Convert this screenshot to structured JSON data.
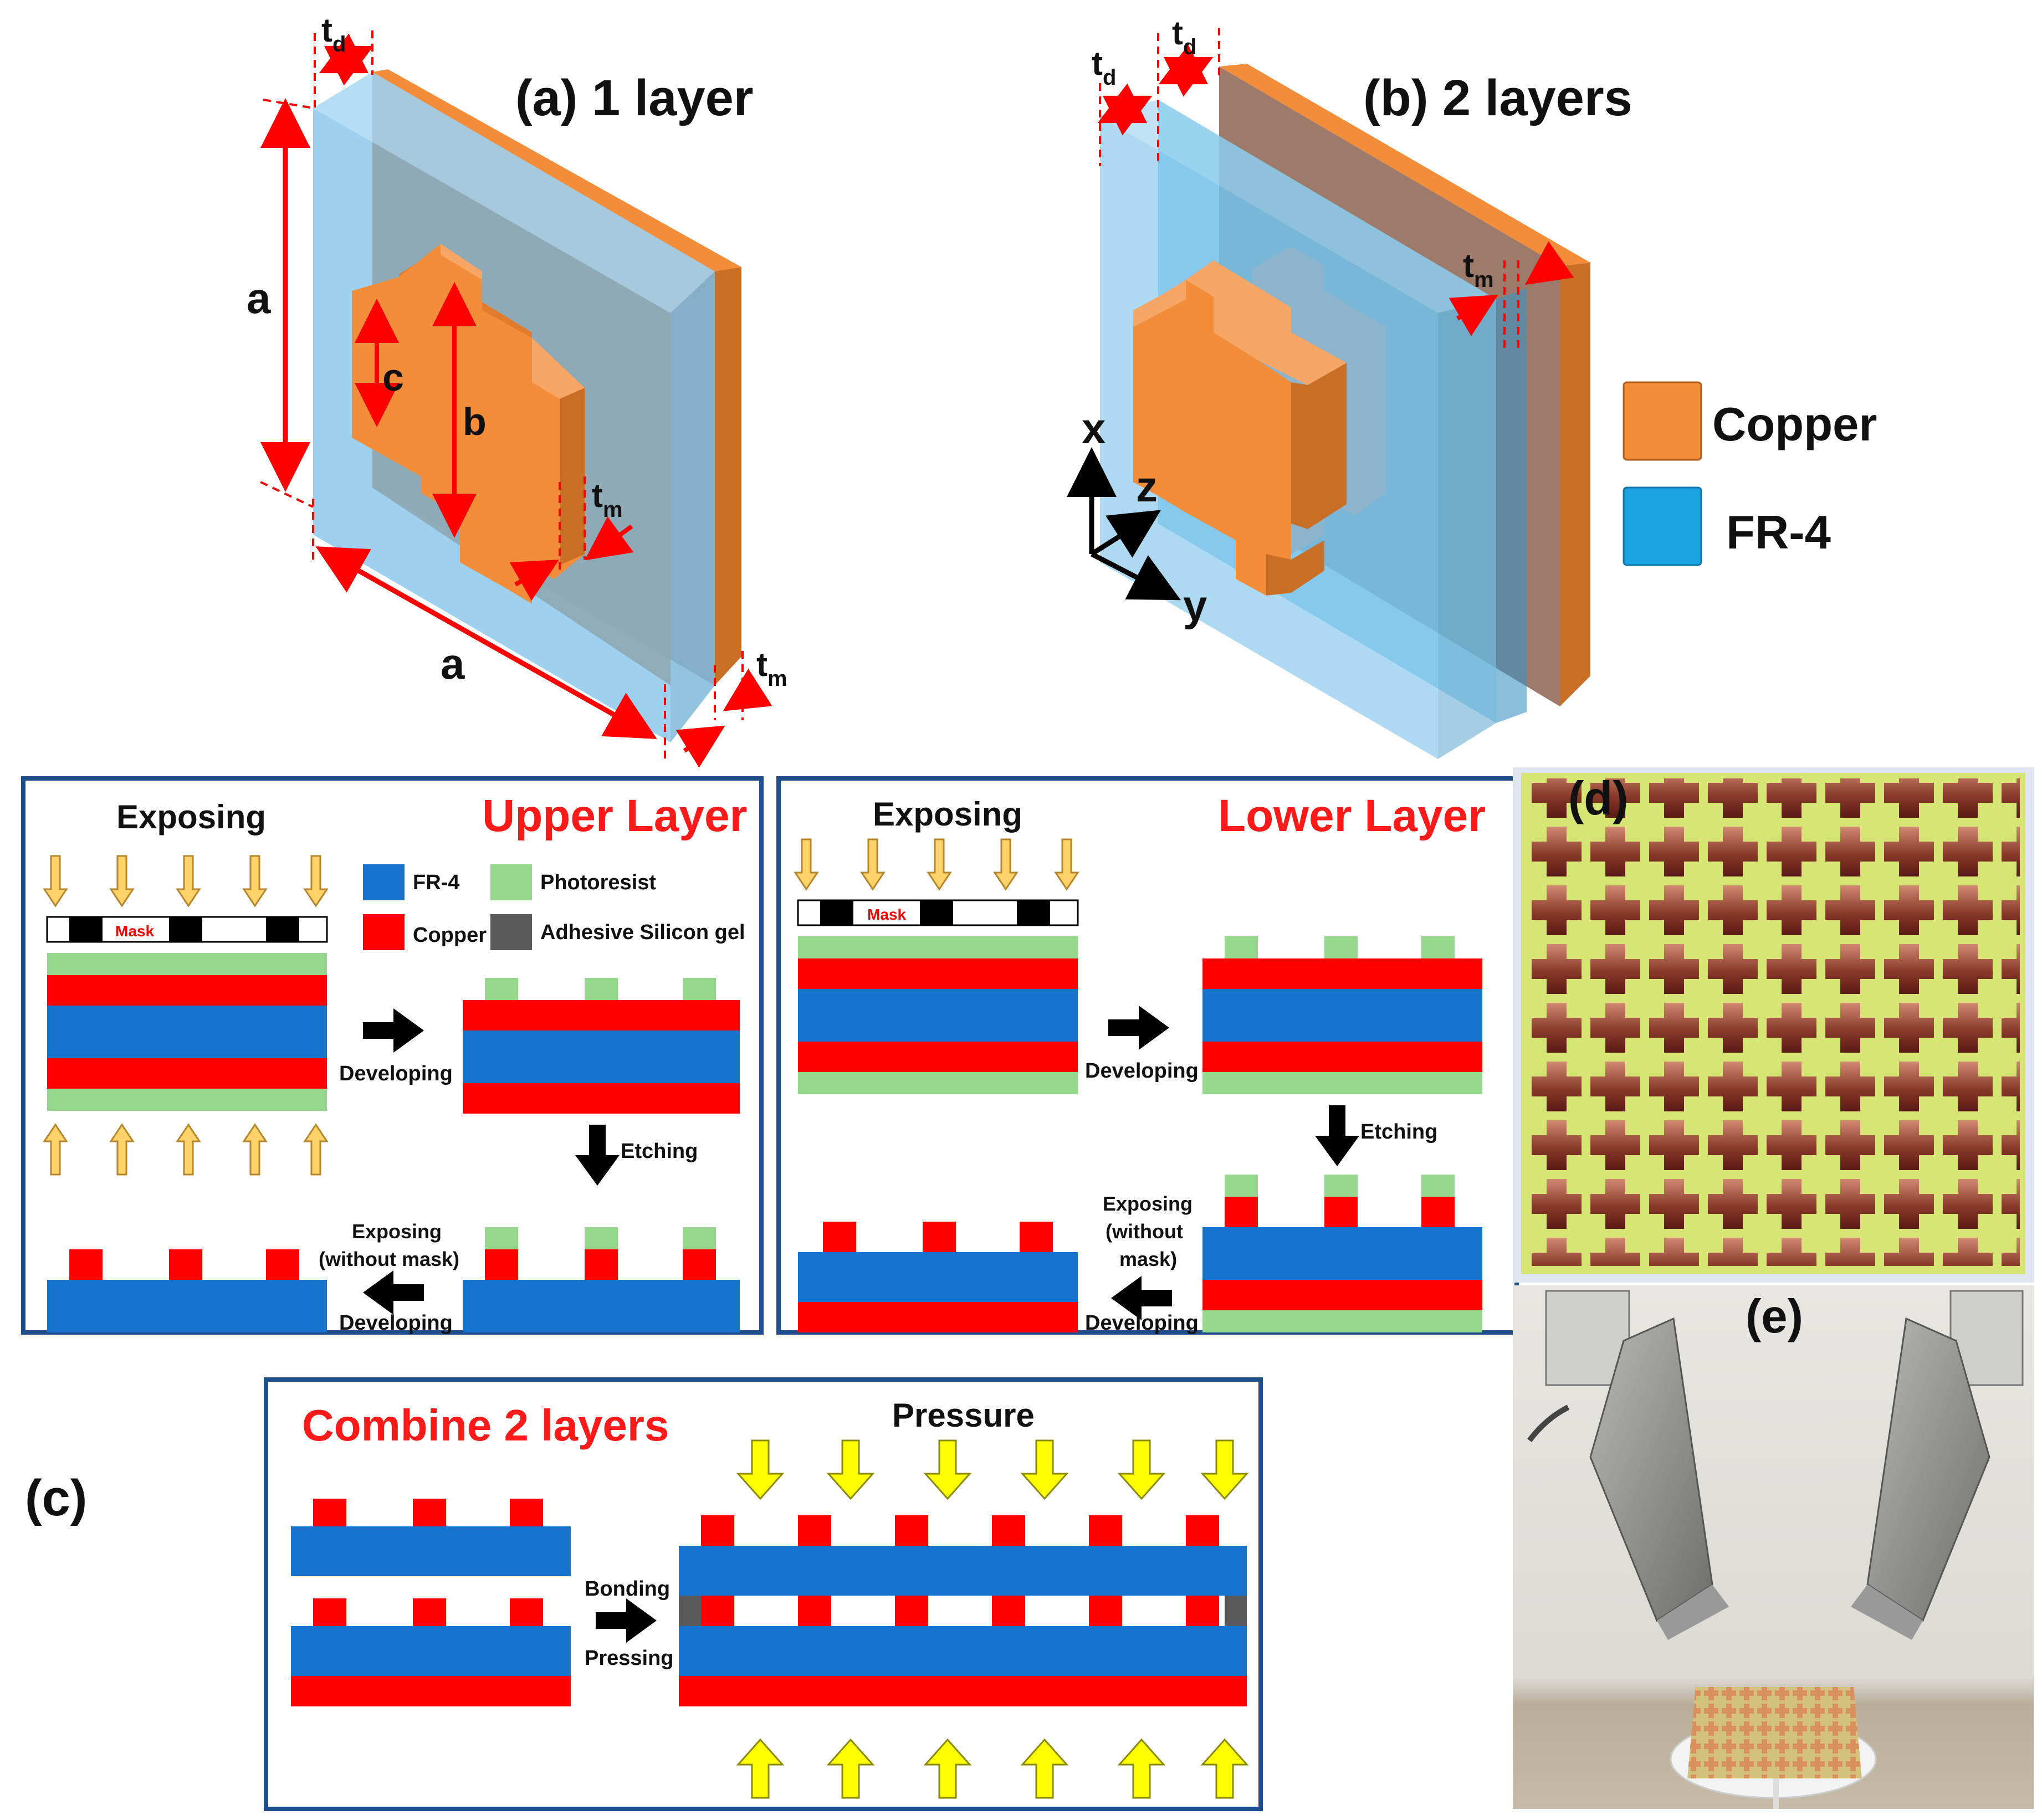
{
  "panel_a": {
    "title": "(a) 1 layer",
    "dims": {
      "td": "t",
      "td_sub": "d",
      "tm": "t",
      "tm_sub": "m",
      "a": "a",
      "b": "b",
      "c": "c"
    }
  },
  "panel_b": {
    "title": "(b) 2 layers",
    "axes": {
      "x": "x",
      "y": "y",
      "z": "z"
    }
  },
  "legend": {
    "copper": "Copper",
    "fr4": "FR-4"
  },
  "colors": {
    "copper": "#f38d3a",
    "copper_dark": "#c96f25",
    "fr4_light": "#8cc9ec",
    "fr4_deep": "#0f9fdc",
    "fab_fr4": "#1873cc",
    "fab_copper": "#ff0000",
    "photoresist": "#93d88b",
    "adhesive": "#595959",
    "box_border": "#1f4e8c",
    "title_red": "#ff1a1a",
    "yellow_arrow": "#ffff00",
    "light_arrow": "#ffd26a"
  },
  "panel_c": {
    "label": "(c)",
    "upper": {
      "title": "Upper Layer",
      "step_exposing": "Exposing",
      "mask": "Mask",
      "developing": "Developing",
      "etching": "Etching",
      "exposing_nomask_1": "Exposing",
      "exposing_nomask_2": "(without mask)",
      "developing2": "Developing",
      "legend": {
        "fr4": "FR-4",
        "copper": "Copper",
        "photoresist": "Photoresist",
        "adhesive": "Adhesive Silicon gel"
      }
    },
    "lower": {
      "title": "Lower Layer",
      "step_exposing": "Exposing",
      "mask": "Mask",
      "developing": "Developing",
      "etching": "Etching",
      "exposing_nomask_1": "Exposing",
      "exposing_nomask_2": "(without",
      "exposing_nomask_3": "mask)",
      "developing2": "Developing"
    },
    "combine": {
      "title": "Combine 2 layers",
      "pressure": "Pressure",
      "bonding": "Bonding",
      "pressing": "Pressing"
    }
  },
  "panel_d": {
    "label": "(d)"
  },
  "panel_e": {
    "label": "(e)"
  }
}
